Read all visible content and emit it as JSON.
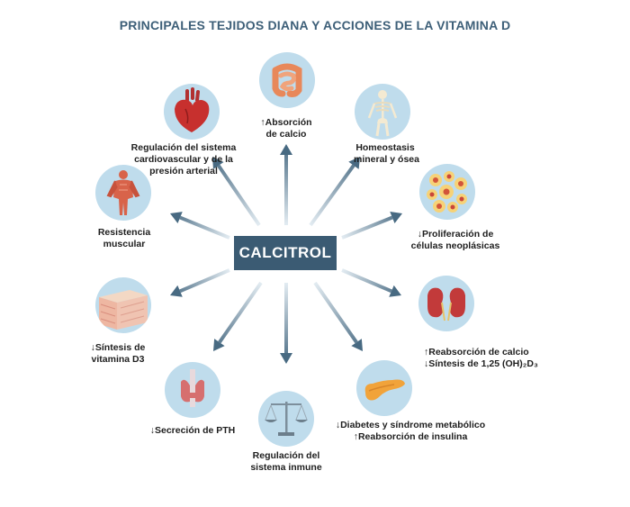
{
  "title": "PRINCIPALES TEJIDOS DIANA Y ACCIONES DE LA VITAMINA D",
  "center": "CALCITROL",
  "colors": {
    "arrow": "#486a82",
    "center_bg": "#3b5b73",
    "circle_bg": "#bfdcec",
    "title": "#3d5f78"
  },
  "nodes": [
    {
      "icon": "intestine-icon",
      "lines": [
        "↑Absorción",
        "de calcio"
      ]
    },
    {
      "icon": "skeleton-icon",
      "lines": [
        "Homeostasis",
        "mineral y ósea"
      ]
    },
    {
      "icon": "neoplastic-cells-icon",
      "lines": [
        "↓Proliferación de",
        "células neoplásicas"
      ]
    },
    {
      "icon": "kidney-icon",
      "lines": [
        "↑Reabsorción de calcio",
        "↓Síntesis de 1,25 (OH)₂D₃"
      ]
    },
    {
      "icon": "pancreas-icon",
      "lines": [
        "↓Diabetes y síndrome metabólico",
        "↑Reabsorción de insulina"
      ]
    },
    {
      "icon": "balance-scale-icon",
      "lines": [
        "Regulación del",
        "sistema inmune"
      ]
    },
    {
      "icon": "thyroid-icon",
      "lines": [
        "↓Secreción de PTH"
      ]
    },
    {
      "icon": "skin-icon",
      "lines": [
        "↓Síntesis de",
        "vitamina D3"
      ]
    },
    {
      "icon": "muscle-icon",
      "lines": [
        "Resistencia",
        "muscular"
      ]
    },
    {
      "icon": "heart-icon",
      "lines": [
        "Regulación del sistema",
        "cardiovascular y de la",
        "presión arterial"
      ]
    }
  ]
}
